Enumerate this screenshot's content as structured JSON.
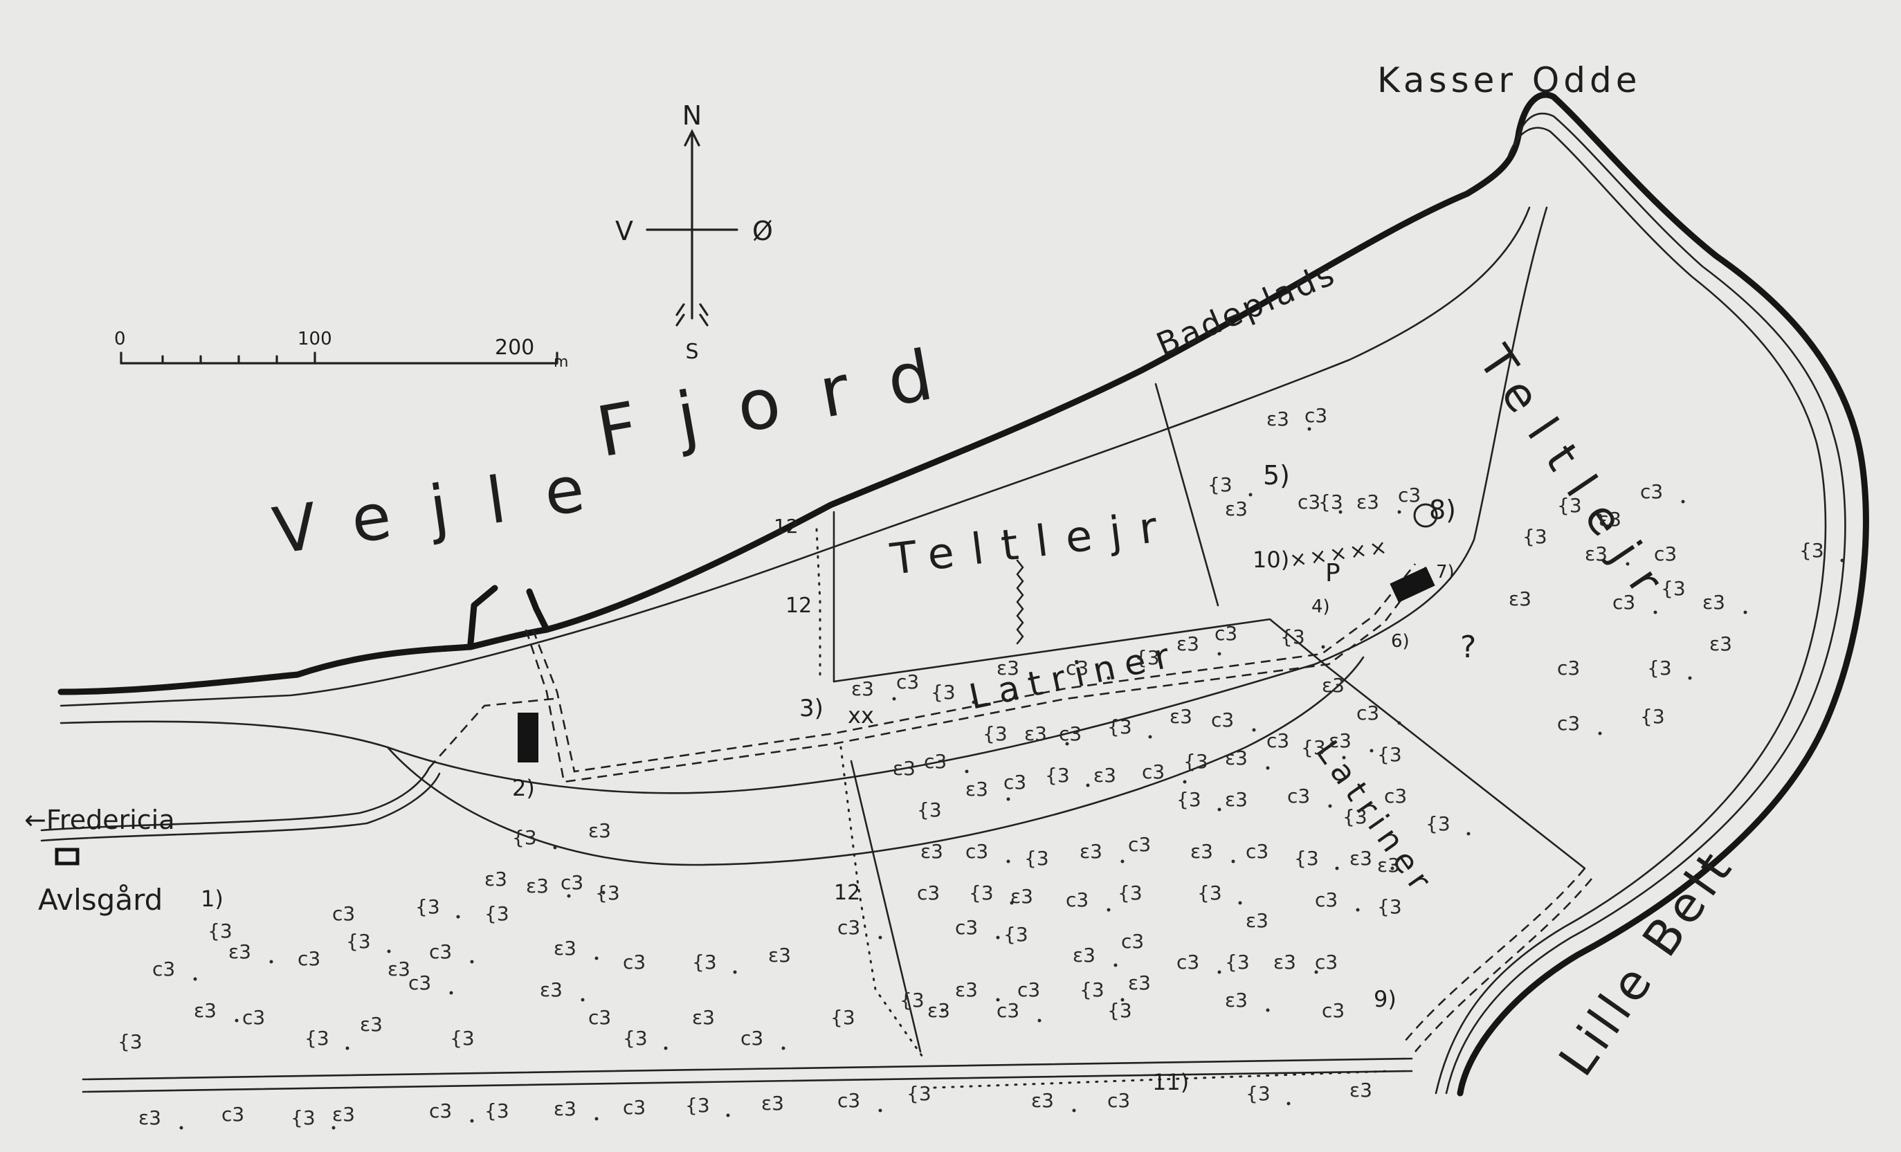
{
  "labels": {
    "kasser_odde": "Kasser Odde",
    "vejle_fjord_word1": "Vejle",
    "vejle_fjord_word2": "Fjord",
    "badeplads": "Badeplads",
    "teltlejr_center": "Teltlejr",
    "teltlejr_east": "Teltlejr",
    "latriner_upper": "Latriner",
    "latriner_lower": "Latriner",
    "fredericia": "←Fredericia",
    "avlsgaard": "Avlsgård",
    "lille_belt": "Lille Belt"
  },
  "compass": {
    "north": "N",
    "south": "S",
    "west": "V",
    "east": "Ø"
  },
  "scale_bar": {
    "tick_0": "0",
    "tick_100": "100",
    "tick_200": "200",
    "unit": "m"
  },
  "markers": {
    "m1": "1)",
    "m2": "2)",
    "m3": "3)",
    "m4": "4)",
    "m4p": "P",
    "m5": "5)",
    "m6": "6)",
    "m7": "7)",
    "m8": "8)",
    "m9": "9)",
    "m10": "10)",
    "m11": "11)",
    "m12a": "12",
    "m12b": "12",
    "m12c": "12",
    "xx": "xx",
    "xrow": "×××××",
    "q": "?"
  },
  "colors": {
    "paper": "#e9e9e7",
    "ink": "#1e1e1e"
  }
}
